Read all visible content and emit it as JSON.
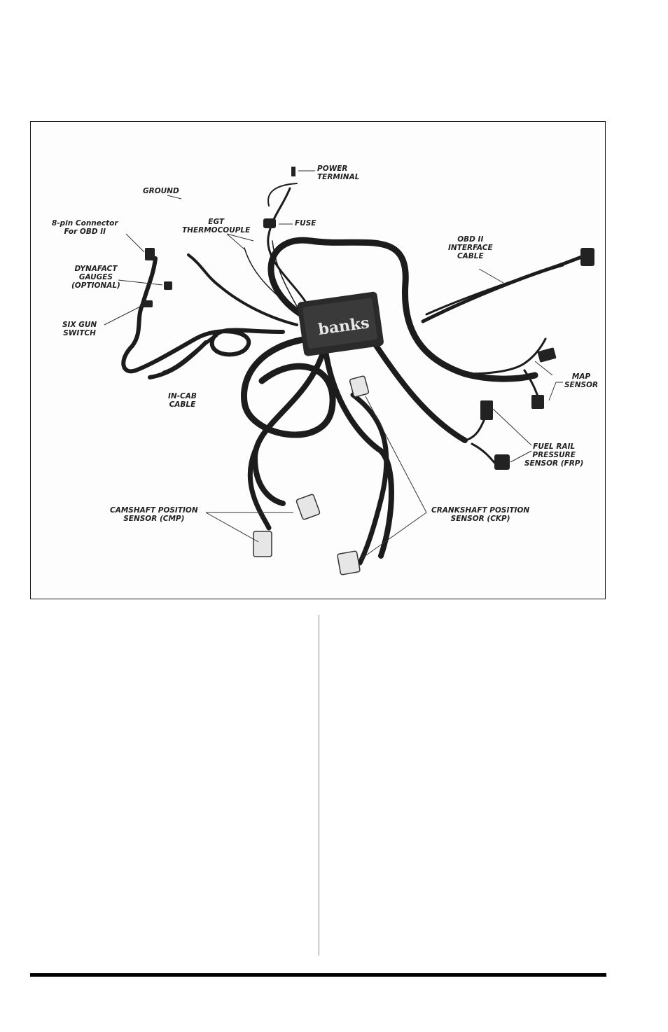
{
  "figure": {
    "labels": {
      "power_terminal": [
        "POWER",
        "TERMINAL"
      ],
      "ground": [
        "GROUND"
      ],
      "egt_thermocouple": [
        "EGT",
        "THERMOCOUPLE"
      ],
      "fuse": [
        "FUSE"
      ],
      "obd_connector": [
        "8-pin Connector",
        "For OBD II"
      ],
      "dynafact_gauges": [
        "DYNAFACT",
        "GAUGES",
        "(OPTIONAL)"
      ],
      "six_gun_switch": [
        "SIX GUN",
        "SWITCH"
      ],
      "obd_interface_cable": [
        "OBD II",
        "INTERFACE",
        "CABLE"
      ],
      "in_cab_cable": [
        "IN-CAB",
        "CABLE"
      ],
      "map_sensor": [
        "MAP",
        "SENSOR"
      ],
      "fuel_rail_sensor": [
        "FUEL RAIL",
        "PRESSURE",
        "SENSOR (FRP)"
      ],
      "camshaft_sensor": [
        "CAMSHAFT POSITION",
        "SENSOR (CMP)"
      ],
      "crankshaft_sensor": [
        "CRANKSHAFT POSITION",
        "SENSOR (CKP)"
      ]
    },
    "module_brand": "banks",
    "colors": {
      "cable": "#1c1c1c",
      "module": "#2a2a2a",
      "connector": "#e8e8e8",
      "leader": "#333333"
    }
  }
}
